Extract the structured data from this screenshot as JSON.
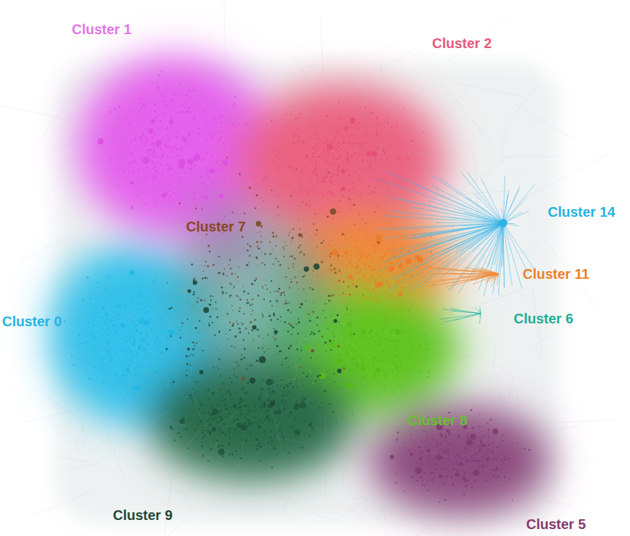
{
  "diagram": {
    "labels": [
      "Cluster 1",
      "Cluster 2",
      "Cluster 14",
      "Cluster 7",
      "Cluster 11",
      "Cluster 6",
      "Cluster 0",
      "Cluster 8",
      "Cluster 9",
      "Cluster 5"
    ]
  }
}
